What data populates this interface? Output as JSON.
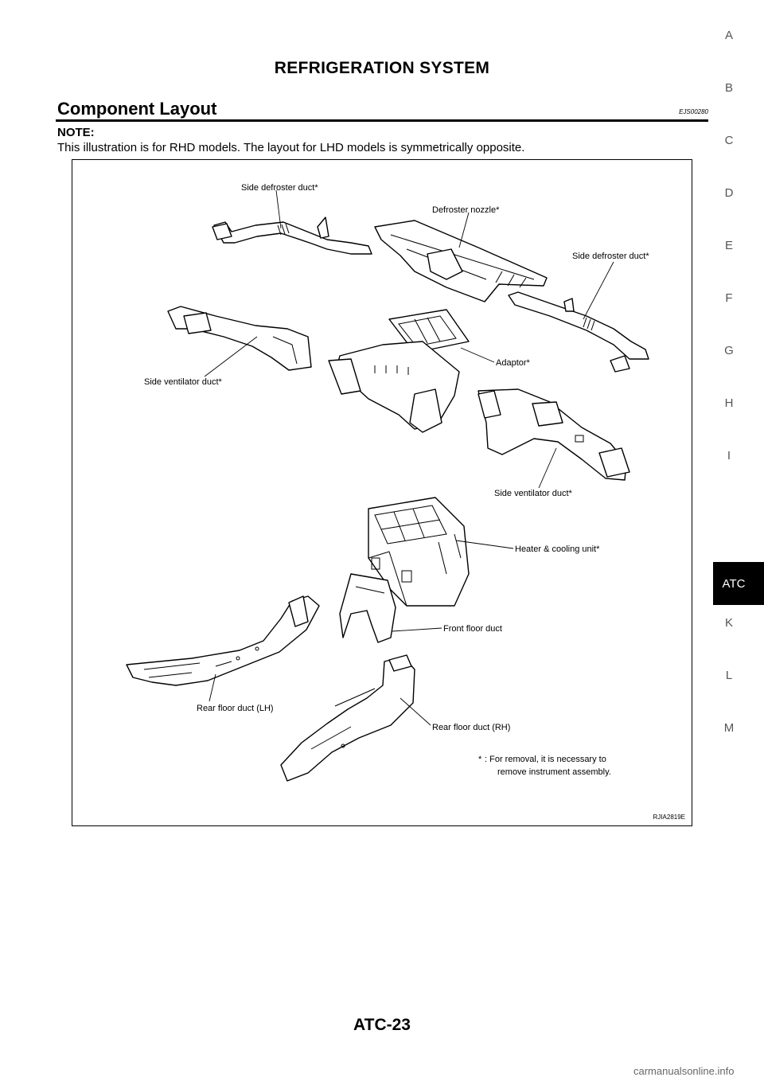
{
  "header": {
    "title": "REFRIGERATION SYSTEM"
  },
  "section": {
    "title": "Component Layout",
    "code": "EJS00280"
  },
  "note": {
    "label": "NOTE:",
    "text": "This illustration is for RHD models. The layout for LHD models is symmetrically opposite."
  },
  "figure": {
    "labels": {
      "side_defroster_left": "Side defroster duct*",
      "defroster_nozzle": "Defroster nozzle*",
      "side_defroster_right": "Side defroster duct*",
      "side_ventilator_left": "Side ventilator duct*",
      "adaptor": "Adaptor*",
      "side_ventilator_right": "Side ventilator duct*",
      "heater_cooling_unit": "Heater & cooling unit*",
      "front_floor_duct": "Front floor duct",
      "rear_floor_lh": "Rear floor duct (LH)",
      "rear_floor_rh": "Rear floor duct (RH)"
    },
    "footnote": {
      "marker": "*",
      "line1": ": For removal, it is necessary to",
      "line2": "remove instrument assembly."
    },
    "code": "RJIA2819E"
  },
  "side_index": {
    "letters": [
      "A",
      "B",
      "C",
      "D",
      "E",
      "F",
      "G",
      "H",
      "I",
      "K",
      "L",
      "M"
    ],
    "active": "ATC"
  },
  "footer": {
    "page_number": "ATC-23",
    "watermark": "carmanualsonline.info"
  }
}
